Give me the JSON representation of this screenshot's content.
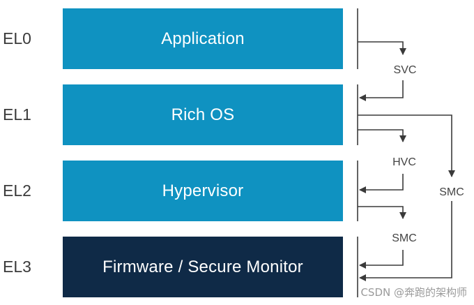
{
  "levels": [
    {
      "el": "EL0",
      "name": "Application"
    },
    {
      "el": "EL1",
      "name": "Rich OS"
    },
    {
      "el": "EL2",
      "name": "Hypervisor"
    },
    {
      "el": "EL3",
      "name": "Firmware / Secure Monitor"
    }
  ],
  "calls": {
    "svc": "SVC",
    "hvc": "HVC",
    "smc_el2": "SMC",
    "smc_el1": "SMC"
  },
  "colors": {
    "layer_light": "#0f92c1",
    "layer_dark": "#0f2a47",
    "arrow": "#3a3a3a"
  },
  "watermark": "CSDN @奔跑的架构师"
}
